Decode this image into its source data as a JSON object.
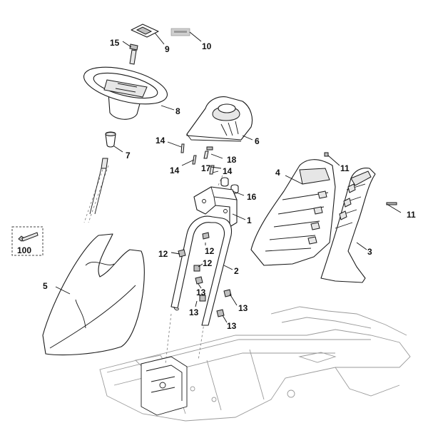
{
  "callouts": {
    "c1": "1",
    "c2": "2",
    "c3": "3",
    "c4": "4",
    "c5": "5",
    "c6": "6",
    "c7": "7",
    "c8": "8",
    "c9": "9",
    "c10": "10",
    "c11a": "11",
    "c11b": "11",
    "c12a": "12",
    "c12b": "12",
    "c12c": "12",
    "c13a": "13",
    "c13b": "13",
    "c13c": "13",
    "c13d": "13",
    "c14a": "14",
    "c14b": "14",
    "c14c": "14",
    "c15": "15",
    "c16": "16",
    "c17": "17",
    "c18": "18",
    "c100": "100"
  }
}
